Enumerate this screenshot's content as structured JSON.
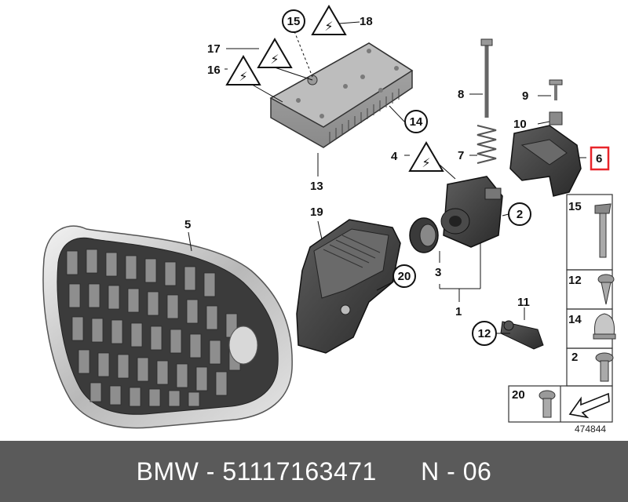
{
  "diagram": {
    "callouts": {
      "c1": "1",
      "c2": "2",
      "c3": "3",
      "c4": "4",
      "c5": "5",
      "c6": "6",
      "c7": "7",
      "c8": "8",
      "c9": "9",
      "c10": "10",
      "c11": "11",
      "c12": "12",
      "c13": "13",
      "c14": "14",
      "c15": "15",
      "c16": "16",
      "c17": "17",
      "c18": "18",
      "c19": "19",
      "c20": "20"
    },
    "legend": {
      "l15": "15",
      "l12": "12",
      "l14": "14",
      "l2": "2",
      "l20": "20"
    },
    "reference_number": "474844",
    "highlight_color": "#e8252a"
  },
  "footer": {
    "text": "BMW - 51117163471      N - 06"
  }
}
